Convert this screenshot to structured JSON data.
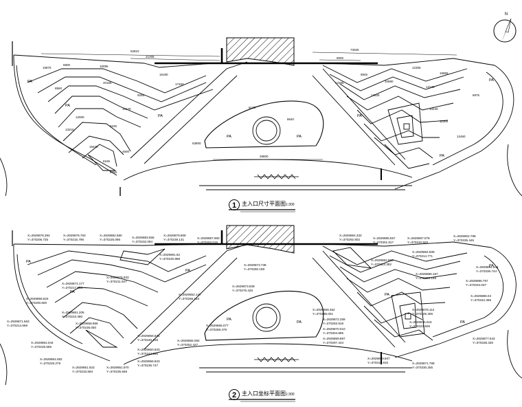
{
  "drawing": {
    "north_label": "N",
    "north_icon": "north-arrow-icon",
    "line_color": "#000000",
    "background": "#ffffff"
  },
  "plan1": {
    "number": "1",
    "title": "主入口尺寸平面图",
    "scale": "1:300",
    "dimensions": {
      "top_left": "52810",
      "top_left_inner": "21265",
      "top_right": "73025",
      "top_right_inner": "9000",
      "center_width": "28800",
      "row_a": [
        "16875",
        "5800",
        "10095",
        "16180",
        "8845",
        "12355",
        "16865"
      ],
      "row_b": [
        "8560",
        "20165",
        "9255",
        "17460",
        "12265",
        "10880",
        "14130"
      ],
      "row_c": [
        "13210",
        "9225",
        "5750",
        "19440",
        "6165",
        "4500",
        "6755",
        "2000"
      ],
      "left_side": [
        "10120",
        "12000",
        "10960",
        "7500",
        "6400",
        "1880"
      ],
      "right_side": [
        "14325",
        "10240",
        "6975",
        "11300",
        "12460",
        "10445",
        "2200"
      ],
      "center": [
        "63800",
        "6140",
        "8640",
        "16475"
      ]
    },
    "pa_label": "PA"
  },
  "plan2": {
    "number": "2",
    "title": "主入口坐标平面图",
    "scale": "1:300",
    "coords": [
      {
        "x": "X=2929878.394",
        "y": "Y=370206.725"
      },
      {
        "x": "X=2929878.763",
        "y": "Y=370215.796"
      },
      {
        "x": "X=2929882.580",
        "y": "Y=370225.096"
      },
      {
        "x": "X=2929883.556",
        "y": "Y=370232.094"
      },
      {
        "x": "X=2929879.809",
        "y": "Y=370238.131"
      },
      {
        "x": "X=2929887.960",
        "y": "Y=370253.015"
      },
      {
        "x": "X=2929894.333",
        "y": "Y=370292.802"
      },
      {
        "x": "X=2929895.557",
        "y": "Y=370301.817"
      },
      {
        "x": "X=2929897.076",
        "y": "Y=370310.929"
      },
      {
        "x": "X=2929902.799",
        "y": "Y=370335.445"
      },
      {
        "x": "X=2929881.62",
        "y": "Y=370245.988"
      },
      {
        "x": "X=2929876.933",
        "y": "Y=370211.927"
      },
      {
        "x": "X=2929874.177",
        "y": "Y=370217.593"
      },
      {
        "x": "X=2929873.738",
        "y": "Y=370260.199"
      },
      {
        "x": "X=2929866.824",
        "y": "Y=370200.600"
      },
      {
        "x": "X=2929871.663",
        "y": "Y=370214.669"
      },
      {
        "x": "X=2929873.839",
        "y": "Y=370276.426"
      },
      {
        "x": "X=2929861.205",
        "y": "Y=370223.390"
      },
      {
        "x": "X=2929858.966",
        "y": "Y=370236.050"
      },
      {
        "x": "X=2929852.147",
        "y": "Y=370266.134"
      },
      {
        "x": "X=2929854.044",
        "y": "Y=370225.565"
      },
      {
        "x": "X=2929854.082",
        "y": "Y=370225.279"
      },
      {
        "x": "X=2929856.836",
        "y": "Y=370245.318"
      },
      {
        "x": "X=2929850.833",
        "y": "Y=370243.995"
      },
      {
        "x": "X=2929851.923",
        "y": "Y=370233.893"
      },
      {
        "x": "X=2929851.970",
        "y": "Y=370235.569"
      },
      {
        "x": "X=2929856.823",
        "y": "Y=370236.747"
      },
      {
        "x": "X=2929865.092",
        "y": "Y=370252.427"
      },
      {
        "x": "X=2929866.077",
        "y": "Y=370268.479"
      },
      {
        "x": "X=2929869.452",
        "y": "Y=370285.001"
      },
      {
        "x": "X=2929872.259",
        "y": "Y=370293.918"
      },
      {
        "x": "X=2929870.010",
        "y": "Y=370304.895"
      },
      {
        "x": "X=2929869.897",
        "y": "Y=370297.444"
      },
      {
        "x": "X=2929882.963",
        "y": "Y=370313.382"
      },
      {
        "x": "X=2929884.509",
        "y": "Y=370314.771"
      },
      {
        "x": "X=2929886.167",
        "y": "Y=370326.199"
      },
      {
        "x": "X=2929894.944",
        "y": "Y=370336.744"
      },
      {
        "x": "X=2929886.767",
        "y": "Y=370334.037"
      },
      {
        "x": "X=2929886.04",
        "y": "Y=370342.365"
      },
      {
        "x": "X=2929877.643",
        "y": "Y=370336.330"
      },
      {
        "x": "X=2929871.799",
        "y": "Y=370330.255"
      },
      {
        "x": "X=2929869.507",
        "y": "Y=370315.815"
      },
      {
        "x": "X=2929875.016",
        "y": "Y=370323.506"
      },
      {
        "x": "X=2929878.112",
        "y": "Y=370325.306"
      }
    ],
    "pa_label": "PA"
  }
}
